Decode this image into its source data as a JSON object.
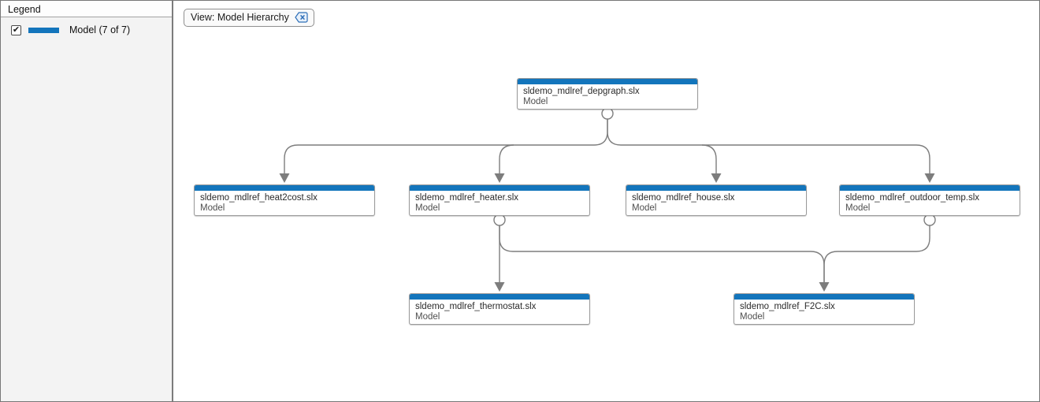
{
  "colors": {
    "accent_blue": "#1375BC",
    "edge_gray": "#7D7D7D",
    "sidebar_bg": "#F3F3F3",
    "canvas_bg": "#FFFFFF"
  },
  "legend": {
    "title": "Legend",
    "item": {
      "label": "Model (7 of 7)",
      "checked": true,
      "check_glyph": "✔",
      "swatch_color": "#1375BC"
    }
  },
  "view_chip": {
    "label": "View: Model Hierarchy",
    "close_icon": "clear-view-x"
  },
  "graph": {
    "nodes": [
      {
        "id": "depgraph",
        "title": "sldemo_mdlref_depgraph.slx",
        "subtitle": "Model"
      },
      {
        "id": "heat2cost",
        "title": "sldemo_mdlref_heat2cost.slx",
        "subtitle": "Model"
      },
      {
        "id": "heater",
        "title": "sldemo_mdlref_heater.slx",
        "subtitle": "Model"
      },
      {
        "id": "house",
        "title": "sldemo_mdlref_house.slx",
        "subtitle": "Model"
      },
      {
        "id": "outdoor_temp",
        "title": "sldemo_mdlref_outdoor_temp.slx",
        "subtitle": "Model"
      },
      {
        "id": "thermostat",
        "title": "sldemo_mdlref_thermostat.slx",
        "subtitle": "Model"
      },
      {
        "id": "F2C",
        "title": "sldemo_mdlref_F2C.slx",
        "subtitle": "Model"
      }
    ],
    "edges": [
      {
        "from": "sldemo_mdlref_depgraph.slx",
        "to": "sldemo_mdlref_heat2cost.slx"
      },
      {
        "from": "sldemo_mdlref_depgraph.slx",
        "to": "sldemo_mdlref_heater.slx"
      },
      {
        "from": "sldemo_mdlref_depgraph.slx",
        "to": "sldemo_mdlref_house.slx"
      },
      {
        "from": "sldemo_mdlref_depgraph.slx",
        "to": "sldemo_mdlref_outdoor_temp.slx"
      },
      {
        "from": "sldemo_mdlref_heater.slx",
        "to": "sldemo_mdlref_thermostat.slx"
      },
      {
        "from": "sldemo_mdlref_heater.slx",
        "to": "sldemo_mdlref_F2C.slx"
      },
      {
        "from": "sldemo_mdlref_outdoor_temp.slx",
        "to": "sldemo_mdlref_F2C.slx"
      }
    ]
  }
}
